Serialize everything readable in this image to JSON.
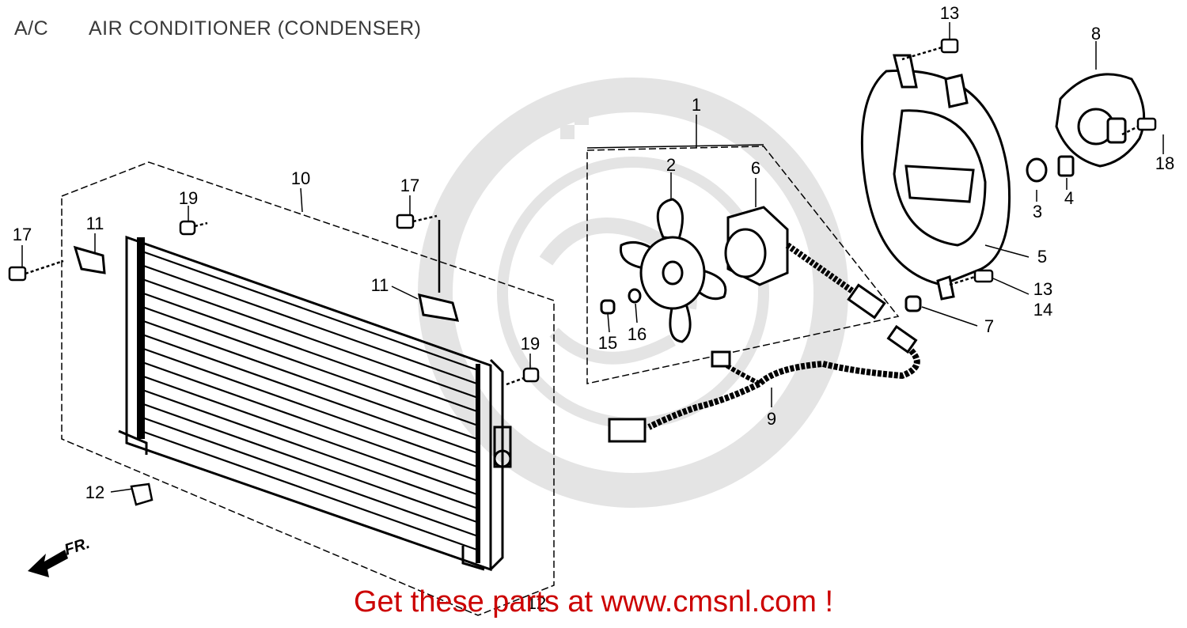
{
  "header": {
    "code": "A/C",
    "title": "AIR CONDITIONER (CONDENSER)"
  },
  "promo": {
    "text": "Get these parts at www.cmsnl.com !"
  },
  "front_indicator": "FR.",
  "callouts": [
    {
      "id": "c1",
      "label": "1"
    },
    {
      "id": "c2",
      "label": "2"
    },
    {
      "id": "c3",
      "label": "3"
    },
    {
      "id": "c4",
      "label": "4"
    },
    {
      "id": "c5",
      "label": "5"
    },
    {
      "id": "c6",
      "label": "6"
    },
    {
      "id": "c7",
      "label": "7"
    },
    {
      "id": "c8",
      "label": "8"
    },
    {
      "id": "c9",
      "label": "9"
    },
    {
      "id": "c10",
      "label": "10"
    },
    {
      "id": "c11a",
      "label": "11"
    },
    {
      "id": "c11b",
      "label": "11"
    },
    {
      "id": "c12a",
      "label": "12"
    },
    {
      "id": "c12b",
      "label": "12"
    },
    {
      "id": "c13a",
      "label": "13"
    },
    {
      "id": "c13b",
      "label": "13"
    },
    {
      "id": "c14",
      "label": "14"
    },
    {
      "id": "c15",
      "label": "15"
    },
    {
      "id": "c16",
      "label": "16"
    },
    {
      "id": "c17a",
      "label": "17"
    },
    {
      "id": "c17b",
      "label": "17"
    },
    {
      "id": "c18",
      "label": "18"
    },
    {
      "id": "c19a",
      "label": "19"
    },
    {
      "id": "c19b",
      "label": "19"
    }
  ]
}
